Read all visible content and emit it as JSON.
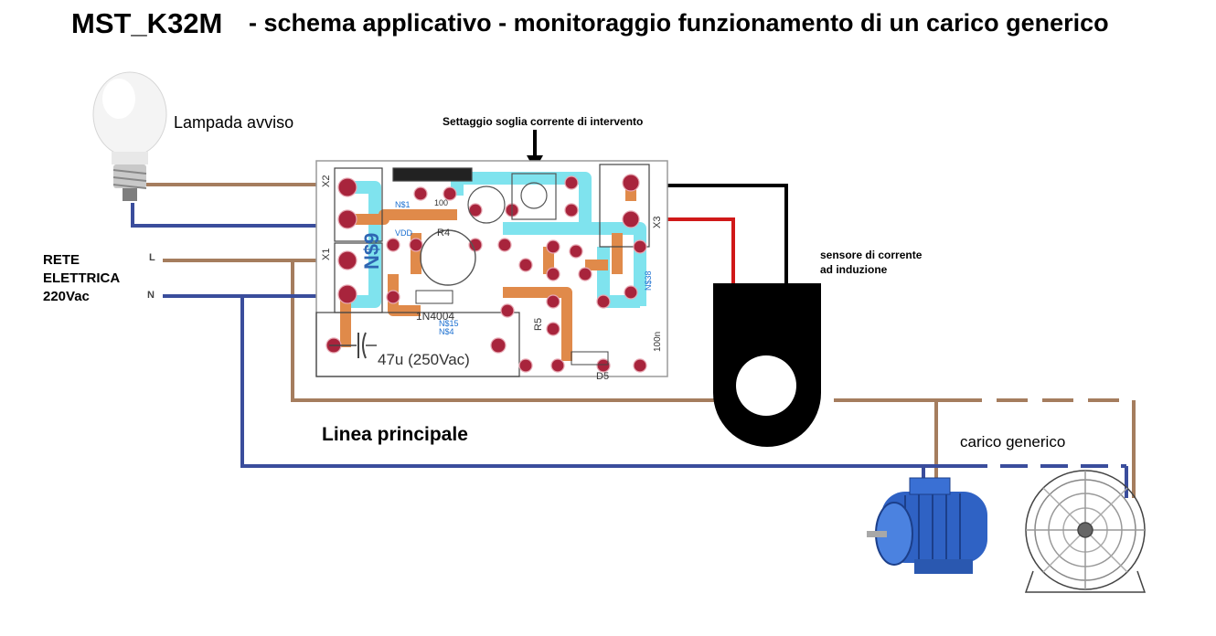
{
  "title": {
    "main": "MST_K32M",
    "subtitle": "- schema applicativo - monitoraggio funzionamento di un carico generico"
  },
  "labels": {
    "lamp": "Lampada avviso",
    "setting": "Settaggio soglia corrente di intervento",
    "rete_line1": "RETE",
    "rete_line2": "ELETTRICA",
    "rete_line3": "220Vac",
    "pin_l": "L",
    "pin_n": "N",
    "sensor_line1": "sensore di corrente",
    "sensor_line2": "ad induzione",
    "main_line": "Linea principale",
    "load": "carico generico"
  },
  "pcb": {
    "connector_x2": "X2",
    "connector_x1": "X1",
    "connector_x3": "X3",
    "net_n9": "N$9",
    "capacitor": "47u (250Vac)",
    "diode": "1N4004",
    "d5": "D5",
    "r4": "R4",
    "r5": "R5",
    "vdd": "VDD",
    "n1": "N$1",
    "n15": "N$15",
    "n4": "N$4",
    "n38": "N$38",
    "r100": "100",
    "c100n": "100n"
  },
  "colors": {
    "phase_wire": "#a57d5e",
    "neutral_wire": "#3a4d9c",
    "sensor_black": "#000000",
    "sensor_red": "#d01818",
    "pcb_cyan": "#7fe3ee",
    "pcb_orange": "#e08a4a",
    "pad_red": "#a8243c"
  },
  "icons": [
    "lamp-icon",
    "current-sensor-icon",
    "motor-icon",
    "fan-icon",
    "arrow-down-icon"
  ]
}
